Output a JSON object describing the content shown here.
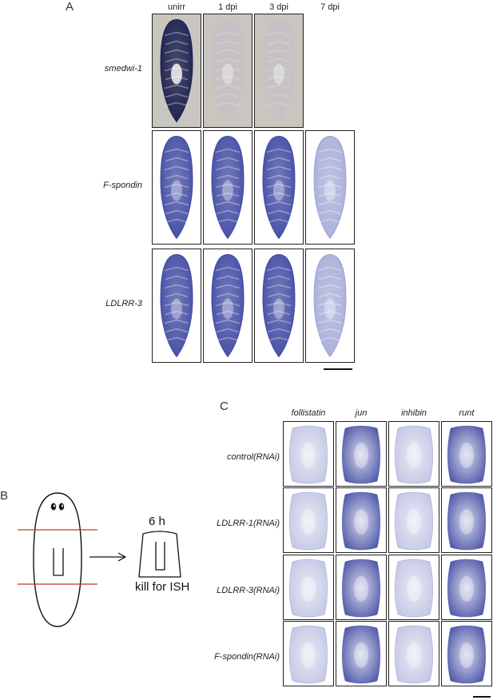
{
  "panelA": {
    "letter": "A",
    "columns": [
      "unirr",
      "1 dpi",
      "3 dpi",
      "7 dpi"
    ],
    "rows": [
      {
        "label": "smedwi-1",
        "cells": [
          "dark",
          "faint",
          "faint",
          "none"
        ]
      },
      {
        "label": "F-spondin",
        "cells": [
          "blue",
          "blue",
          "blue",
          "pale"
        ]
      },
      {
        "label": "LDLRR-3",
        "cells": [
          "blue",
          "blue",
          "blue",
          "pale"
        ]
      }
    ]
  },
  "panelB": {
    "letter": "B",
    "time_label": "6 h",
    "caption": "kill for ISH",
    "cut_color": "#c0392b"
  },
  "panelC": {
    "letter": "C",
    "columns": [
      "follistatin",
      "jun",
      "inhibin",
      "runt"
    ],
    "rows": [
      {
        "label": "control(RNAi)"
      },
      {
        "label": "LDLRR-1(RNAi)"
      },
      {
        "label": "LDLRR-3(RNAi)"
      },
      {
        "label": "F-spondin(RNAi)"
      }
    ]
  },
  "colors": {
    "stain_dark": "#151a4a",
    "stain_blue": "#3c46a0",
    "stain_pale": "#8d95cc",
    "stain_faint": "#bfbcd0",
    "gray_bg": "#c9c5bf"
  }
}
